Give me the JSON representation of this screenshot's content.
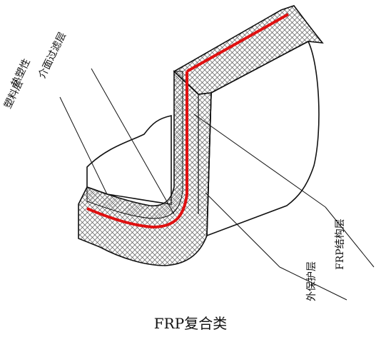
{
  "labels": {
    "interface_filter_layer": "介面过滤层",
    "thermoplastic_line1": "热塑性",
    "thermoplastic_line2": "塑料层",
    "frp_structure_layer": "FRP结构层",
    "outer_protective_layer": "外保护层"
  },
  "caption": "FRP复合类",
  "colors": {
    "red_layer": "#e01010",
    "line": "#111111",
    "hatch": "#6a6a6a",
    "background": "#ffffff"
  }
}
